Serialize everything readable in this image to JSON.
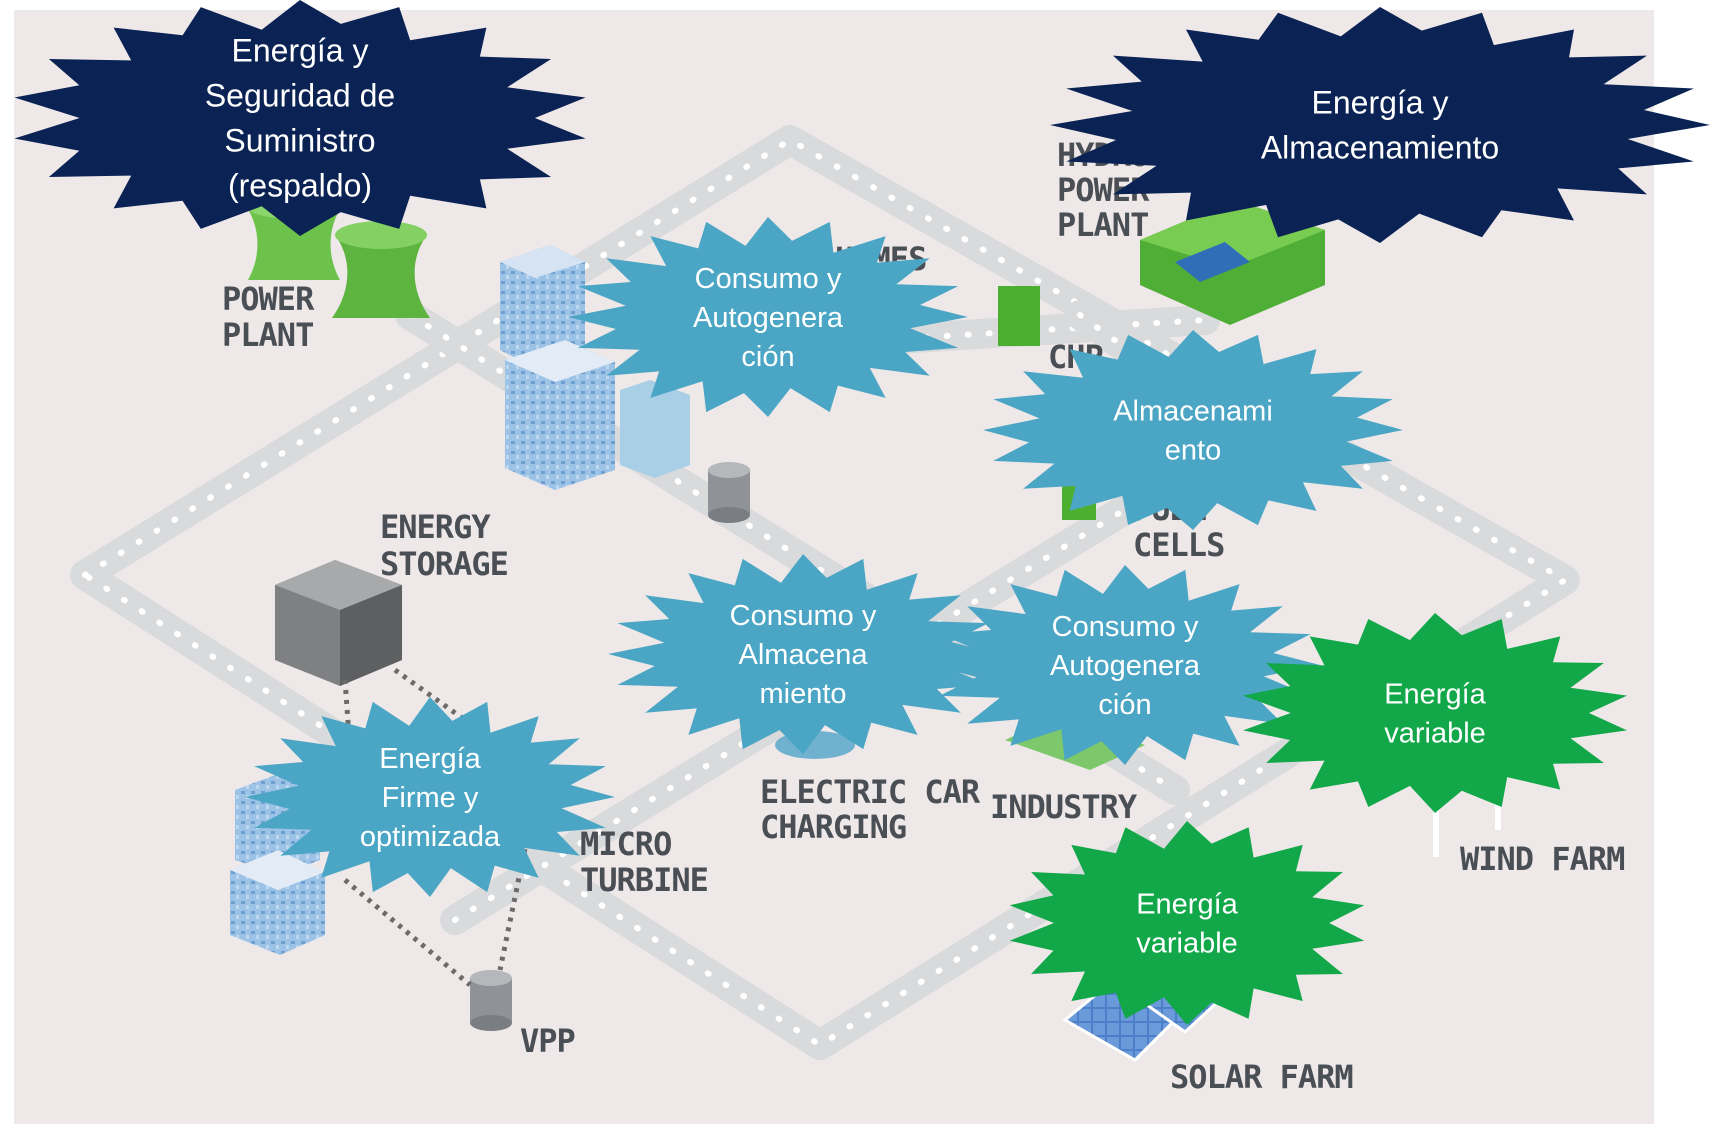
{
  "colors": {
    "background": "#ffffff",
    "panel": "#efe8e8",
    "road": "#d9dadc",
    "road_dots": "#ffffff",
    "navy_burst": "#0a2254",
    "teal_burst": "#4aa6c4",
    "green_burst": "#12a84a",
    "label_text": "#4a4f55",
    "burst_text": "#ffffff"
  },
  "labels": {
    "power_plant": [
      "POWER",
      "PLANT"
    ],
    "hydro_power_plant": [
      "HYDRO",
      "POWER",
      "PLANT"
    ],
    "homes": "HOMES",
    "chp": "CHP",
    "fuel_cells": [
      "FUEL",
      "CELLS"
    ],
    "energy_storage": [
      "ENERGY",
      "STORAGE"
    ],
    "electric_car_charging": [
      "ELECTRIC CAR",
      "CHARGING"
    ],
    "industry": "INDUSTRY",
    "micro_turbine": [
      "MICRO",
      "TURBINE"
    ],
    "wind_farm": "WIND FARM",
    "vpp": "VPP",
    "solar_farm": "SOLAR FARM"
  },
  "bursts": [
    {
      "id": "seguridad-suministro",
      "color": "navy_burst",
      "lines": [
        "Energía y",
        "Seguridad de",
        "Suministro",
        "(respaldo)"
      ]
    },
    {
      "id": "energia-almacenamiento",
      "color": "navy_burst",
      "lines": [
        "Energía y",
        "Almacenamiento"
      ]
    },
    {
      "id": "consumo-autogeneracion-top",
      "color": "teal_burst",
      "lines": [
        "Consumo y",
        "Autogenera",
        "ción"
      ]
    },
    {
      "id": "almacenamiento",
      "color": "teal_burst",
      "lines": [
        "Almacenami",
        "ento"
      ]
    },
    {
      "id": "consumo-almacenamiento",
      "color": "teal_burst",
      "lines": [
        "Consumo y",
        "Almacena",
        "miento"
      ]
    },
    {
      "id": "consumo-autogeneracion-bottom",
      "color": "teal_burst",
      "lines": [
        "Consumo y",
        "Autogenera",
        "ción"
      ]
    },
    {
      "id": "energia-firme",
      "color": "teal_burst",
      "lines": [
        "Energía",
        "Firme y",
        "optimizada"
      ]
    },
    {
      "id": "energia-variable-wind",
      "color": "green_burst",
      "lines": [
        "Energía",
        "variable"
      ]
    },
    {
      "id": "energia-variable-solar",
      "color": "green_burst",
      "lines": [
        "Energía",
        "variable"
      ]
    }
  ],
  "icons": [
    "cooling-tower-icon",
    "building-icon",
    "battery-container-icon",
    "tank-icon",
    "hydro-dam-icon",
    "chp-box-icon",
    "fuel-cell-icon",
    "wind-turbine-icon",
    "solar-panel-icon",
    "car-icon",
    "factory-icon"
  ]
}
